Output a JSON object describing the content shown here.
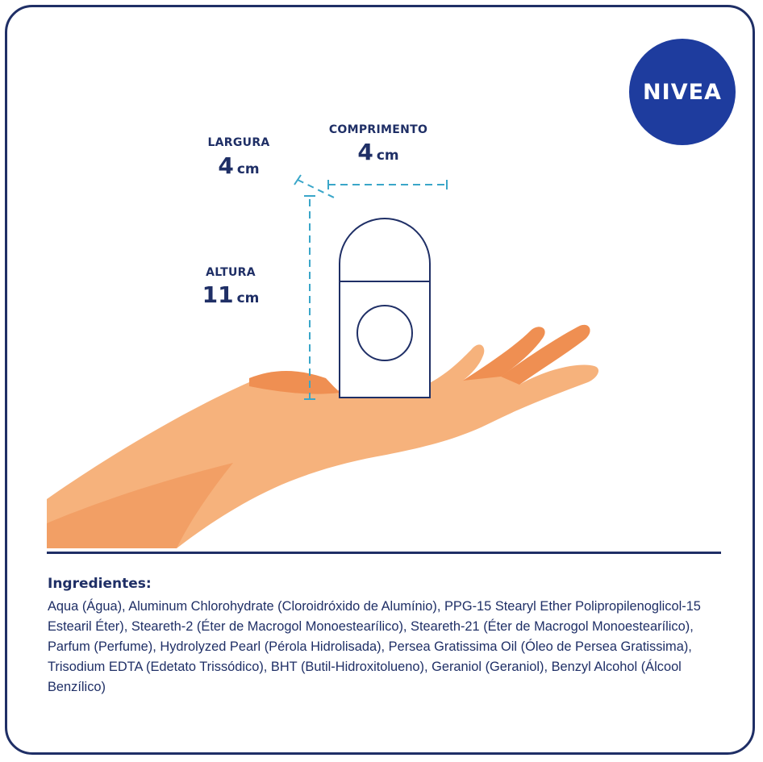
{
  "brand": {
    "logo_text": "NIVEA",
    "color": "#1e3c9e"
  },
  "colors": {
    "navy": "#1f2f66",
    "dimension_line": "#3aa6c9",
    "skin": "#f6b27c",
    "skin_shadow": "#ef8f52"
  },
  "dimensions": {
    "width": {
      "label": "LARGURA",
      "value": "4",
      "unit": "cm"
    },
    "length": {
      "label": "COMPRIMENTO",
      "value": "4",
      "unit": "cm"
    },
    "height": {
      "label": "ALTURA",
      "value": "11",
      "unit": "cm"
    }
  },
  "ingredients": {
    "title": "Ingredientes:",
    "text": "Aqua (Água), Aluminum Chlorohydrate (Cloroidróxido de Alumínio), PPG-15 Stearyl Ether Polipropilenoglicol-15 Estearil Éter), Steareth-2 (Éter de Macrogol Monoestearílico), Steareth-21 (Éter de Macrogol Monoestearílico), Parfum (Perfume), Hydrolyzed Pearl (Pérola Hidrolisada), Persea Gratissima Oil (Óleo de Persea Gratissima), Trisodium EDTA (Edetato Trissódico), BHT (Butil-Hidroxitolueno), Geraniol (Geraniol), Benzyl Alcohol (Álcool Benzílico)"
  }
}
